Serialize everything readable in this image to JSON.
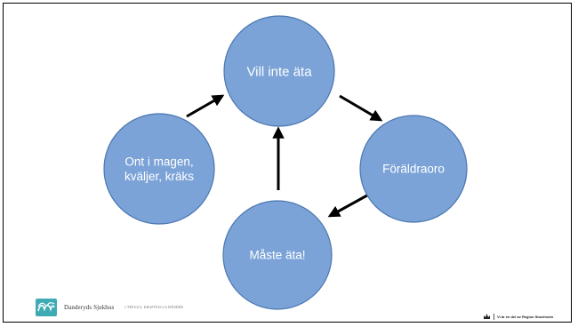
{
  "diagram": {
    "nodes": [
      {
        "id": "vill-inte-ata",
        "lines": [
          "Vill inte äta"
        ]
      },
      {
        "id": "foraldraoro",
        "lines": [
          "Föräldraoro"
        ]
      },
      {
        "id": "maste-ata",
        "lines": [
          "Måste äta!"
        ]
      },
      {
        "id": "ont-i-magen",
        "lines": [
          "Ont i magen,",
          "kväljer, kräks"
        ]
      }
    ],
    "edges": [
      {
        "from": "vill-inte-ata",
        "to": "foraldraoro"
      },
      {
        "from": "foraldraoro",
        "to": "maste-ata"
      },
      {
        "from": "maste-ata",
        "to": "vill-inte-ata"
      },
      {
        "from": "ont-i-magen",
        "to": "vill-inte-ata"
      }
    ],
    "node_fill": "#7ba3d7",
    "node_stroke": "#4a76b0",
    "arrow_color": "#000000"
  },
  "footer": {
    "hospital_name": "Danderyds Sjukhus",
    "tagline": "I TRYGGA, KRAFTFULLA HÄNDER",
    "region_text": "Vi är en del av Region Stockholm",
    "logo_color": "#3eaab3"
  }
}
